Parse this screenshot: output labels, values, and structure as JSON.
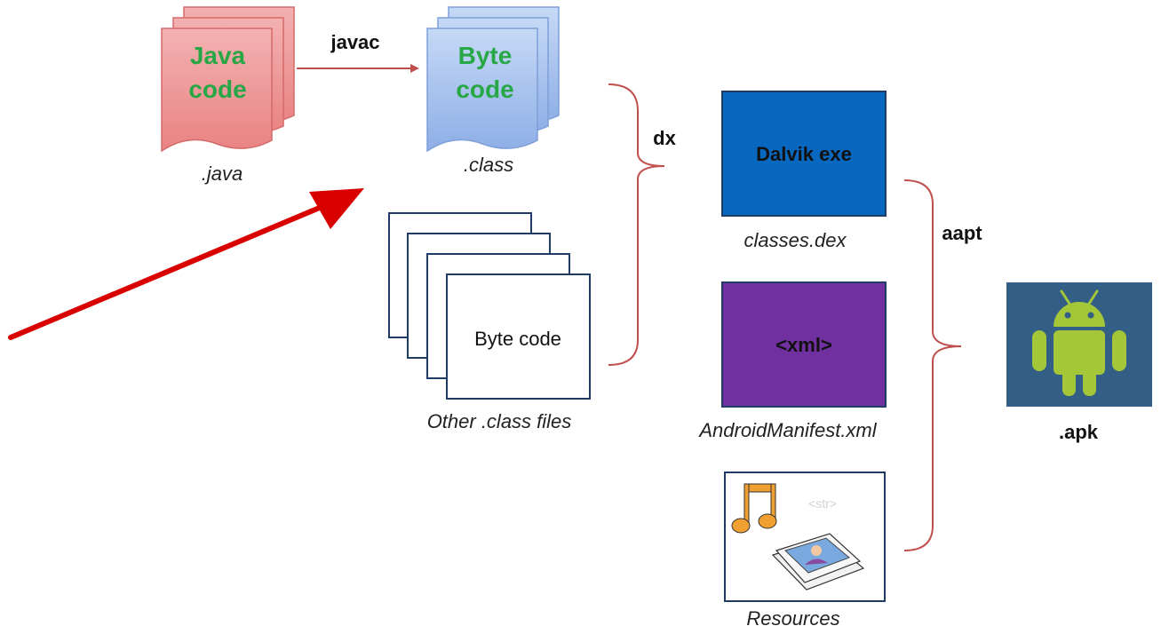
{
  "java_doc": {
    "line1": "Java",
    "line2": "code",
    "caption": ".java"
  },
  "javac_label": "javac",
  "bytecode_doc": {
    "line1": "Byte",
    "line2": "code",
    "caption": ".class"
  },
  "other_class": {
    "label": "Byte code",
    "caption": "Other .class files"
  },
  "dx_label": "dx",
  "dex_box": {
    "label": "Dalvik exe",
    "caption": "classes.dex"
  },
  "manifest_box": {
    "label": "<xml>",
    "caption": "AndroidManifest.xml"
  },
  "resources_box": {
    "str_tag": "<str>",
    "caption": "Resources"
  },
  "aapt_label": "aapt",
  "apk_box": {
    "caption": ".apk"
  },
  "colors": {
    "java_fill": "#f4a6a6",
    "java_text": "#27a745",
    "bytecode_fill": "#a9c4ef",
    "arrow_red": "#d90000",
    "bracket": "#c0504d",
    "dex_fill": "#0867bf",
    "manifest_fill": "#7030a0",
    "apk_fill": "#335f86",
    "android_green": "#a4c639"
  }
}
